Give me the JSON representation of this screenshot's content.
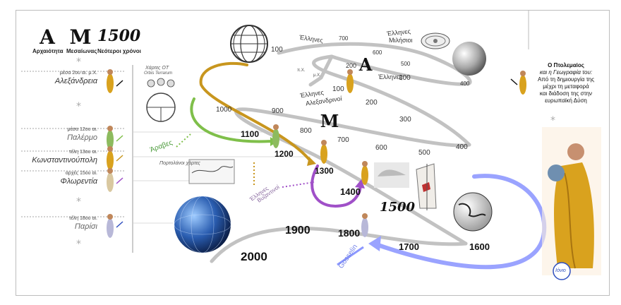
{
  "eras": {
    "a_letter": "A",
    "a_caption": "Αρχαιότητα",
    "m_letter": "M",
    "m_caption": "Μεσαίωνας",
    "y_letter": "1500",
    "y_caption": "Νεότεροι χρόνοι"
  },
  "places": [
    {
      "time": "μέσα 2ου αι. μ.Χ.",
      "city": "Αλεξάνδρεια",
      "color": "#cc8a00"
    },
    {
      "time": "μέσα 12ου αι.",
      "city": "Παλέρμο",
      "color": "#7fbf4a"
    },
    {
      "time": "τέλη 13ου αι.",
      "city": "Κωνσταντινούπολη",
      "color": "#e0a020"
    },
    {
      "time": "αρχές 15ου αι.",
      "city": "Φλωρεντία",
      "color": "#b050c0"
    },
    {
      "time": "τέλη 18ου αι.",
      "city": "Παρίσι",
      "color": "#3050c0"
    }
  ],
  "maps_ot": {
    "title": "Χάρτες ΟΤ",
    "subtitle": "Orbis Terrarum"
  },
  "portolan": "Πορτολάνοι χάρτες",
  "labels": {
    "hellenes_top": "Έλληνες",
    "hellenes_mid": "Έλληνες",
    "hellenes_milesioi_1": "Έλληνες",
    "hellenes_milesioi_2": "Μιλήσιοι",
    "hellenes_alex_1": "Έλληνες",
    "hellenes_alex_2": "Αλεξανδρινοί",
    "arabes": "Άραβες",
    "byzantines_1": "Έλληνες",
    "byzantines_2": "Βυζαντινοί",
    "gosselin": "Gosselin",
    "bc": "π.Χ.",
    "ad": "μ.Χ.",
    "spiral_a": "A",
    "spiral_m": "M",
    "spiral_1500": "1500"
  },
  "spiral_numbers": {
    "n100a": "100",
    "n700a": "700",
    "n600a": "600",
    "n500a": "500",
    "n400a": "400",
    "n200a": "200",
    "n300a": "300",
    "n100b": "100",
    "n200b": "200",
    "n300b": "300",
    "n1000": "1000",
    "n900": "900",
    "n800": "800",
    "n700b": "700",
    "n600b": "600",
    "n500b": "500",
    "n400b": "400",
    "n1100": "1100",
    "n1200": "1200",
    "n1300": "1300",
    "n1400": "1400",
    "n1700": "1700",
    "n1600": "1600",
    "n1800": "1800",
    "n1900": "1900",
    "n2000": "2000"
  },
  "ptolemy_note": [
    "Ο Πτολεμαίος",
    "και η Γεωγραφία του:",
    "Από τη δημιουργία της",
    "μέχρι τη μεταφορά",
    "και διάδοση της στην",
    "ευρωπαϊκή Δύση"
  ],
  "logo_text": "Ιόνιο",
  "colors": {
    "spiral": "#bdbdbd",
    "arrow_gold": "#c8961e",
    "arrow_green": "#7fbf4a",
    "arrow_purple": "#a050c8",
    "arrow_blue": "#8c98ff"
  },
  "icons": [
    "wireframe-globe-icon",
    "sphere-icon",
    "earth-globe-icon",
    "ship-icon",
    "map-icon",
    "scholar-figure-icon"
  ]
}
